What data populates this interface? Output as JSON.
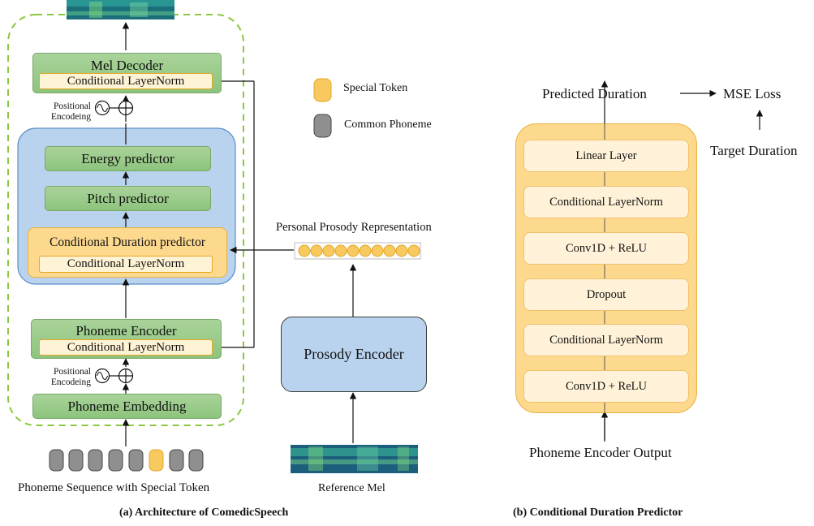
{
  "left": {
    "mel_decoder": "Mel Decoder",
    "cond_ln": "Conditional LayerNorm",
    "pos_enc": "Positional\nEncodeing",
    "energy": "Energy predictor",
    "pitch": "Pitch predictor",
    "cond_dur": "Conditional Duration predictor",
    "phoneme_encoder": "Phoneme Encoder",
    "phoneme_embedding": "Phoneme Embedding",
    "sequence_label": "Phoneme Sequence with Special Token",
    "caption": "(a) Architecture of ComedicSpeech"
  },
  "legend": {
    "special": "Special Token",
    "common": "Common Phoneme"
  },
  "prosody": {
    "repr": "Personal Prosody Representation",
    "encoder": "Prosody Encoder",
    "ref_mel": "Reference Mel"
  },
  "right": {
    "predicted": "Predicted Duration",
    "mse": "MSE Loss",
    "target": "Target Duration",
    "layers": [
      "Linear Layer",
      "Conditional LayerNorm",
      "Conv1D + ReLU",
      "Dropout",
      "Conditional LayerNorm",
      "Conv1D + ReLU"
    ],
    "input": "Phoneme Encoder Output",
    "caption": "(b) Conditional Duration Predictor"
  },
  "colors": {
    "green": "#8dc47c",
    "blue_panel": "#b9d3ee",
    "orange": "#fdd98e",
    "dashed": "#8dc63f"
  }
}
